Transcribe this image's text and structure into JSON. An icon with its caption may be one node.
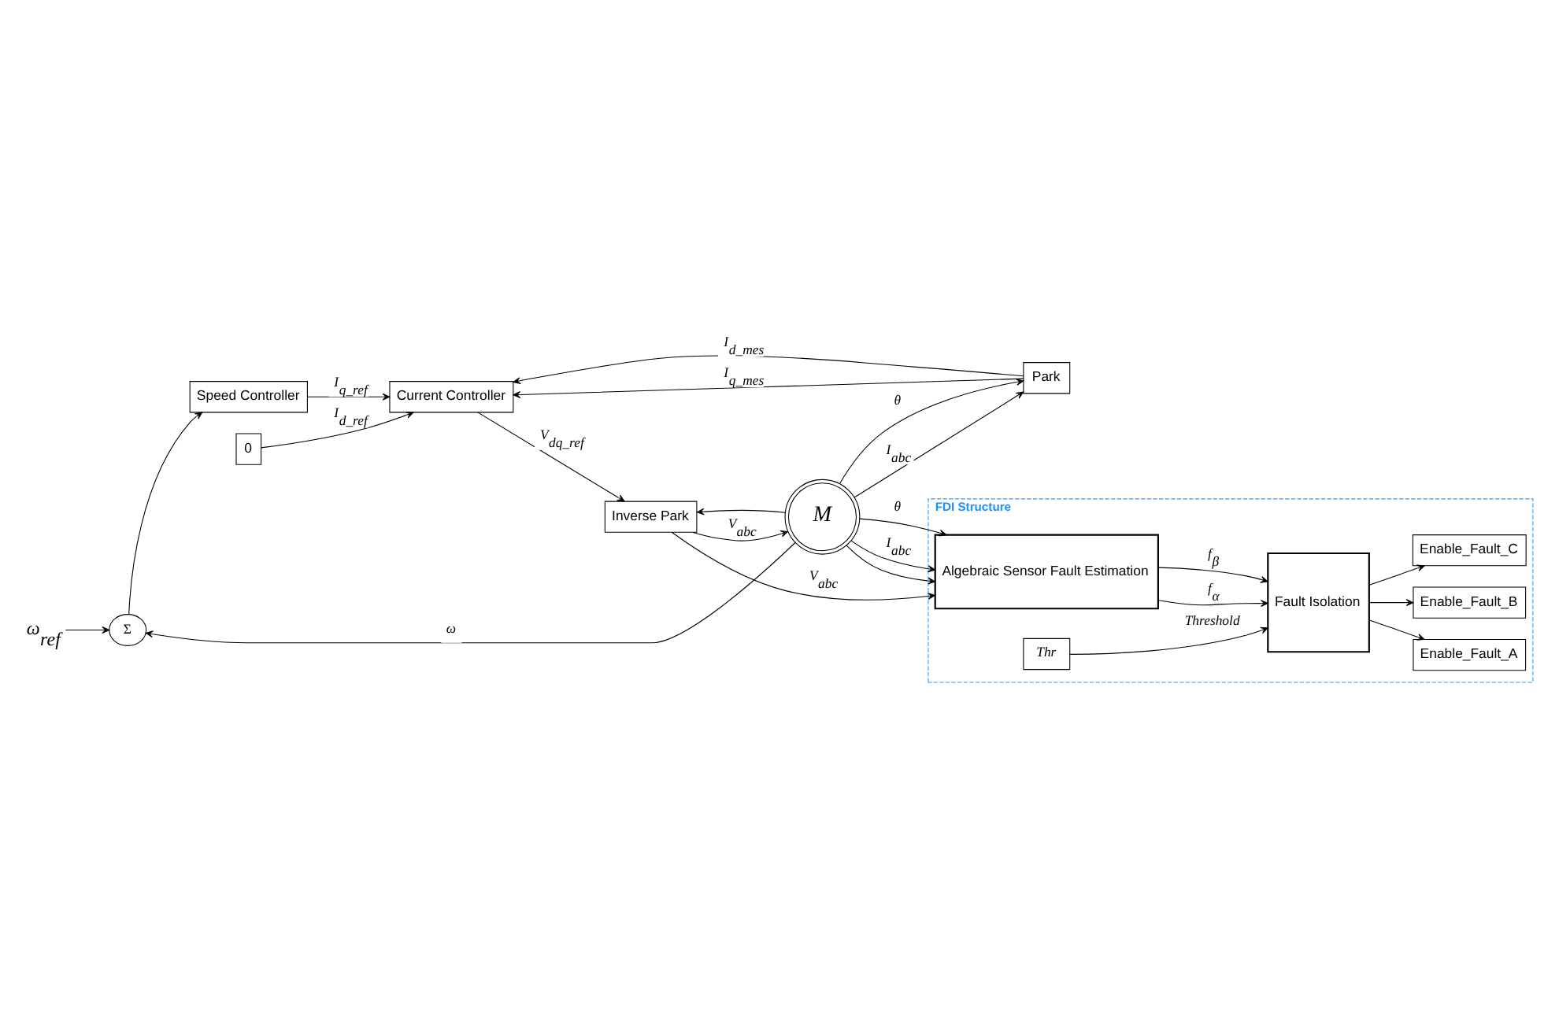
{
  "diagram": {
    "nodes": [
      {
        "text": [
          "ω$_{ref}$"
        ]
      },
      {
        "text": [
          "Σ"
        ]
      },
      {
        "text": [
          "Speed Controller"
        ]
      },
      {
        "text": [
          "0"
        ]
      },
      {
        "text": [
          "Current Controller"
        ]
      },
      {
        "text": [
          "Inverse Park"
        ]
      },
      {
        "text": [
          "M"
        ]
      },
      {
        "text": [
          "Park"
        ]
      },
      {
        "text": [
          "FDI Structure"
        ]
      },
      {
        "text": [
          "Enable_Fault_A"
        ],
        "in": 8
      },
      {
        "text": [
          "Enable_Fault_B"
        ],
        "in": 8
      },
      {
        "text": [
          "Enable_Fault_C"
        ],
        "in": 8
      },
      {
        "text": [
          "Fault Isolation"
        ],
        "in": 8
      },
      {
        "text": [
          "Algebraic Sensor Fault Estimation"
        ],
        "in": 8
      },
      {
        "text": [
          "Thr"
        ],
        "in": 8
      }
    ],
    "edges": [
      {
        "from": 0,
        "to": 1,
        "arrow": "to"
      },
      {
        "from": 1,
        "to": 2,
        "arrow": "to"
      },
      {
        "from": 3,
        "to": 4,
        "arrow": "to",
        "label": "I$_{d_ref}$"
      },
      {
        "from": 2,
        "to": 4,
        "arrow": "to",
        "label": "I$_{q_ref}$"
      },
      {
        "from": 7,
        "to": 4,
        "arrow": "to",
        "label": "I$_{q_mes}$"
      },
      {
        "from": 7,
        "to": 4,
        "arrow": "to",
        "label": "I$_{d_mes}$"
      },
      {
        "from": 4,
        "to": 5,
        "arrow": "to",
        "label": "V$_{dq_ref}$"
      },
      {
        "from": 5,
        "to": 6,
        "arrow": "to",
        "label": "V$_{abc}$"
      },
      {
        "from": 6,
        "to": 7,
        "arrow": "to",
        "label": "I$_{abc}$"
      },
      {
        "from": 6,
        "to": 7,
        "arrow": "to",
        "label": "θ"
      },
      {
        "from": 6,
        "to": 5,
        "arrow": "to"
      },
      {
        "from": 6,
        "to": 1,
        "arrow": "to",
        "label": "ω"
      },
      {
        "from": 6,
        "to": 13,
        "arrow": "to",
        "label": "θ"
      },
      {
        "from": 6,
        "to": 13,
        "arrow": "to",
        "label": "I$_{abc}$"
      },
      {
        "from": 5,
        "to": 13,
        "arrow": "to",
        "label": "V$_{abc}$"
      },
      {
        "from": 6,
        "to": 13,
        "arrow": "to"
      },
      {
        "from": 13,
        "to": 12,
        "arrow": "to",
        "label": "f$_{α}$"
      },
      {
        "from": 13,
        "to": 12,
        "arrow": "to",
        "label": "f$_{β}$"
      },
      {
        "from": 14,
        "to": 12,
        "arrow": "to",
        "label": "Threshold"
      },
      {
        "from": 12,
        "to": 9,
        "arrow": "to"
      },
      {
        "from": 12,
        "to": 10,
        "arrow": "to"
      },
      {
        "from": 12,
        "to": 11,
        "arrow": "to"
      }
    ]
  }
}
